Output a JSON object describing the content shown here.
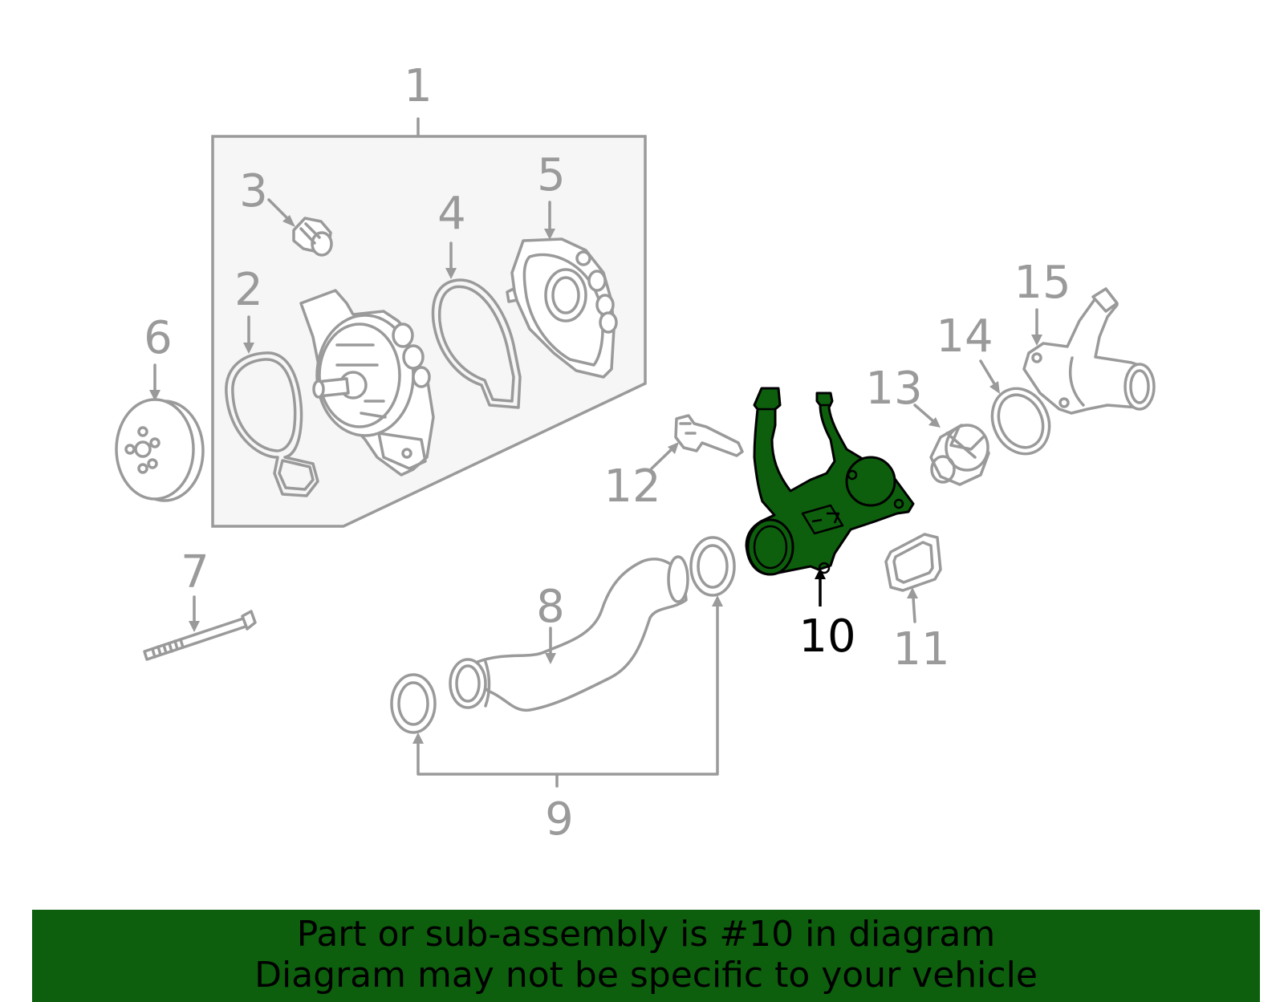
{
  "callouts": {
    "c1": "1",
    "c2": "2",
    "c3": "3",
    "c4": "4",
    "c5": "5",
    "c6": "6",
    "c7": "7",
    "c8": "8",
    "c9": "9",
    "c10": "10",
    "c11": "11",
    "c12": "12",
    "c13": "13",
    "c14": "14",
    "c15": "15"
  },
  "highlighted_part": "10",
  "colors": {
    "highlight": "#0d5f0d",
    "line": "#9a9a9a",
    "banner": "#0d5f0d"
  },
  "banner": {
    "line1": "Part or sub-assembly is #10 in diagram",
    "line2": "Diagram may not be specific to your vehicle"
  }
}
